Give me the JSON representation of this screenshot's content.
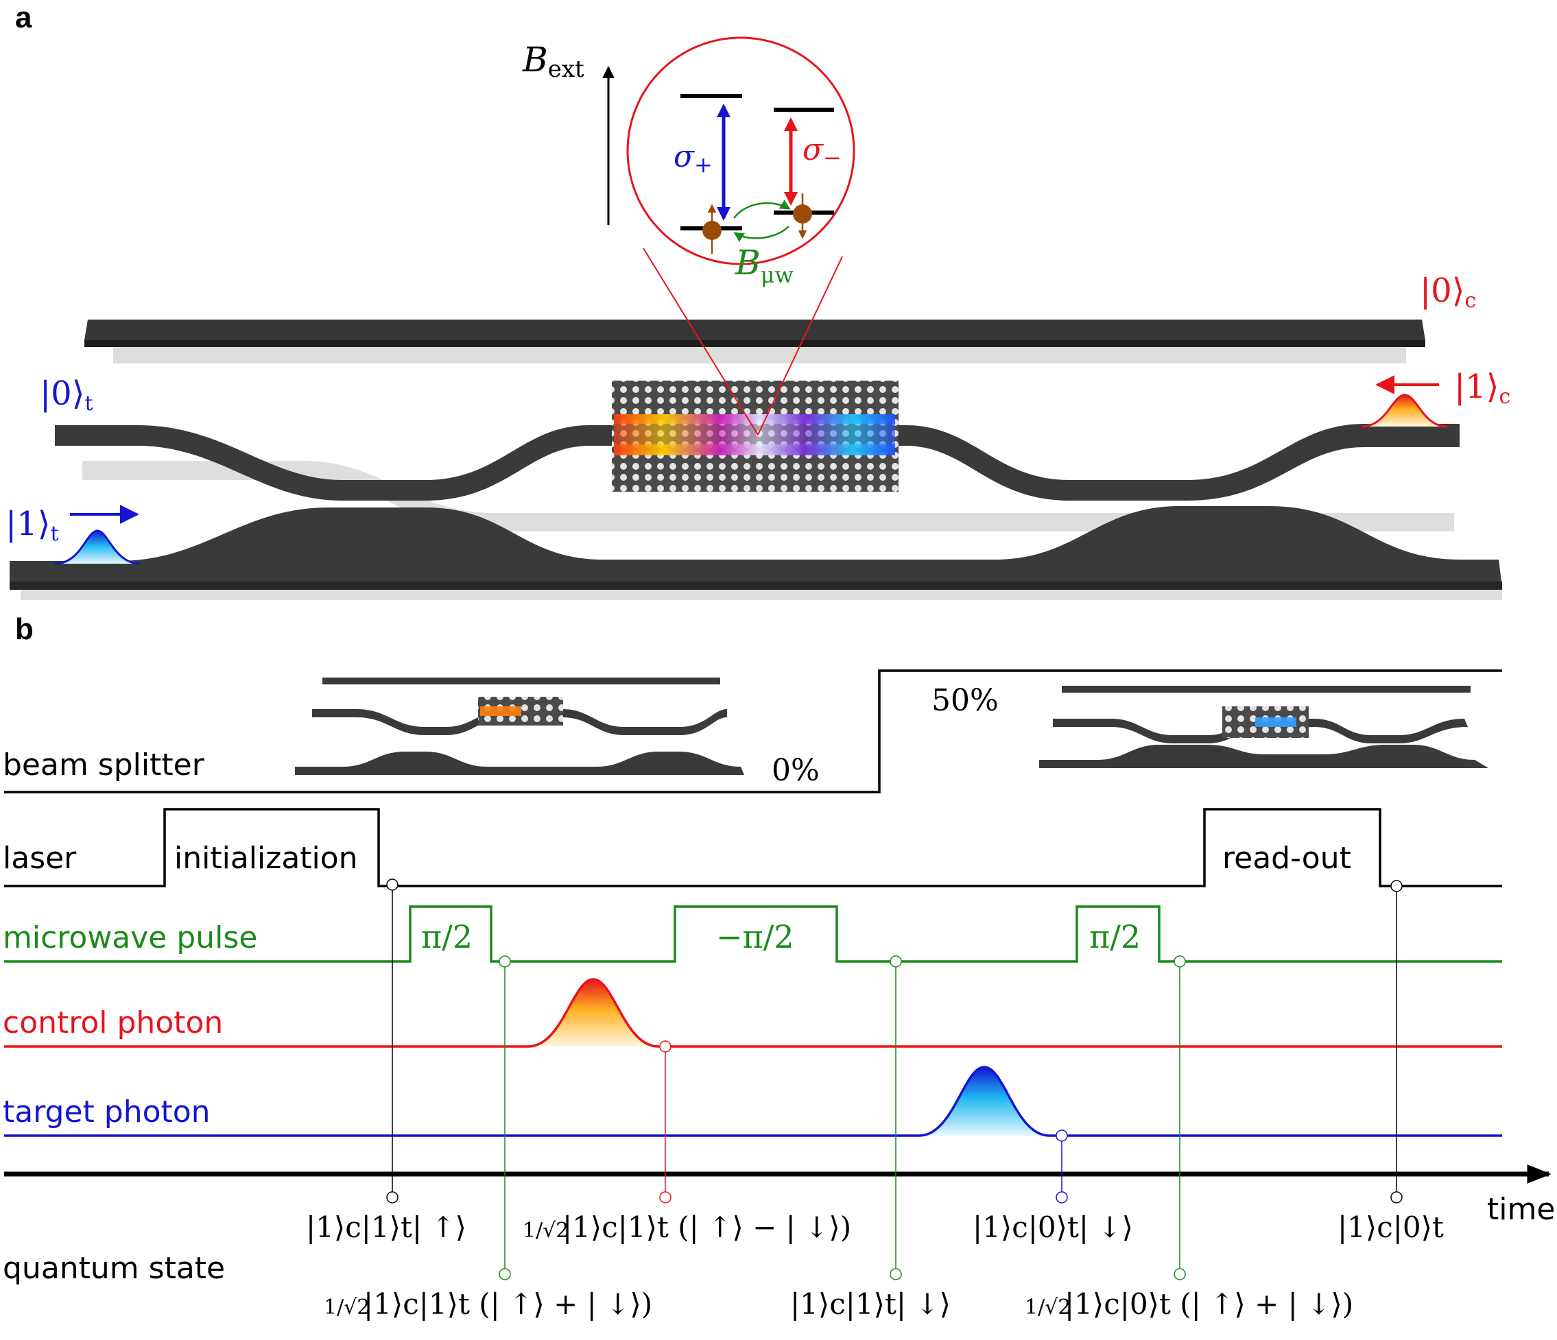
{
  "panel_a": {
    "label": "a",
    "b_ext": "B",
    "b_ext_sub": "ext",
    "sigma_plus": "σ",
    "sigma_plus_sub": "+",
    "sigma_minus": "σ",
    "sigma_minus_sub": "−",
    "b_mw": "B",
    "b_mw_sub": "μw",
    "ket_0c": "|0⟩",
    "ket_0c_sub": "c",
    "ket_1c": "|1⟩",
    "ket_1c_sub": "c",
    "ket_0t": "|0⟩",
    "ket_0t_sub": "t",
    "ket_1t": "|1⟩",
    "ket_1t_sub": "t"
  },
  "panel_b": {
    "label": "b",
    "rows": {
      "beam_splitter": "beam splitter",
      "laser": "laser",
      "microwave_pulse": "microwave pulse",
      "control_photon": "control photon",
      "target_photon": "target photon",
      "quantum_state": "quantum state"
    },
    "beam_splitter_low": "0%",
    "beam_splitter_high": "50%",
    "laser_initialization": "initialization",
    "laser_readout": "read-out",
    "pulse_1": "π/2",
    "pulse_2": "−π/2",
    "pulse_3": "π/2",
    "time_label": "time",
    "states": {
      "s1": "|1⟩c|1⟩t| ↑⟩",
      "s2_frac": "1/√2",
      "s2": "|1⟩c|1⟩t (| ↑⟩ + | ↓⟩)",
      "s3_frac": "1/√2",
      "s3": "|1⟩c|1⟩t (| ↑⟩ − | ↓⟩)",
      "s4": "|1⟩c|1⟩t| ↓⟩",
      "s5": "|1⟩c|0⟩t| ↓⟩",
      "s6_frac": "1/√2",
      "s6": "|1⟩c|0⟩t (| ↑⟩ + | ↓⟩)",
      "s7": "|1⟩c|0⟩t"
    }
  },
  "colors": {
    "black": "#000000",
    "green": "#1a8a1a",
    "red": "#e8141c",
    "blue": "#1414d2",
    "waveguide": "#3c3c3c",
    "spin": "#9a4b0a"
  }
}
